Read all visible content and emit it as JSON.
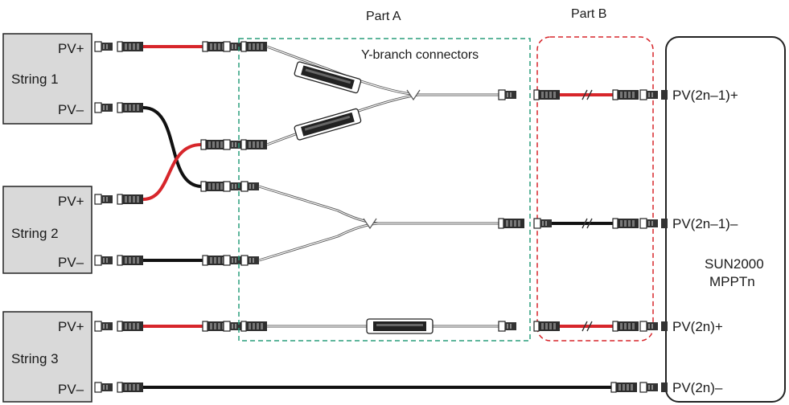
{
  "part_a": {
    "label": "Part A",
    "caption": "Y-branch connectors"
  },
  "part_b": {
    "label": "Part B"
  },
  "strings": [
    {
      "name": "String 1",
      "pos": "PV+",
      "neg": "PV–"
    },
    {
      "name": "String 2",
      "pos": "PV+",
      "neg": "PV–"
    },
    {
      "name": "String 3",
      "pos": "PV+",
      "neg": "PV–"
    }
  ],
  "inverter": {
    "name": "SUN2000",
    "mppt": "MPPTn",
    "ports": [
      "PV(2n–1)+",
      "PV(2n–1)–",
      "PV(2n)+",
      "PV(2n)–"
    ]
  },
  "colors": {
    "positive_cable": "#d7262b",
    "negative_cable": "#111111",
    "string_box_fill": "#d9d9d9",
    "part_a_border": "#2a9d7c",
    "part_b_border": "#d7262b"
  }
}
